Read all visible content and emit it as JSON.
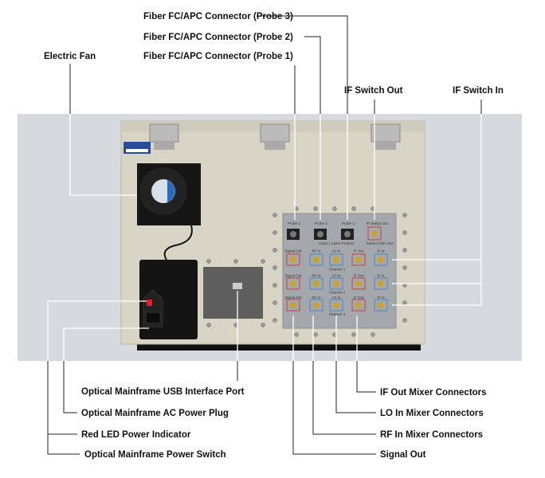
{
  "labels": {
    "probe3": "Fiber FC/APC Connector (Probe 3)",
    "probe2": "Fiber FC/APC Connector (Probe 2)",
    "probe1": "Fiber FC/APC Connector (Probe 1)",
    "fan": "Electric Fan",
    "if_switch_out": "IF Switch Out",
    "if_switch_in": "IF Switch In",
    "usb": "Optical Mainframe USB Interface Port",
    "ac_plug": "Optical Mainframe AC Power Plug",
    "red_led": "Red LED Power Indicator",
    "power_switch": "Optical Mainframe Power Switch",
    "if_out_mixer": "IF Out Mixer Connectors",
    "lo_in_mixer": "LO In Mixer Connectors",
    "rf_in_mixer": "RF In Mixer Connectors",
    "signal_out": "Signal Out"
  },
  "panel": {
    "probes": [
      "Probe 1",
      "Probe 2",
      "Probe 3",
      "IF Switch Out"
    ],
    "laser_notice": "Class 1 Laser Product",
    "made_in": "Made in the USA",
    "columns": [
      "Signal Out",
      "RF In",
      "LO In",
      "IF Out",
      "IF In"
    ],
    "channels": [
      "Channel 1",
      "Channel 2",
      "Channel 3"
    ]
  },
  "colors": {
    "background_band": "#d6dadf",
    "enclosure": "#d8d5c6",
    "red_port": "#c0443f",
    "blue_port": "#4a86c4"
  }
}
